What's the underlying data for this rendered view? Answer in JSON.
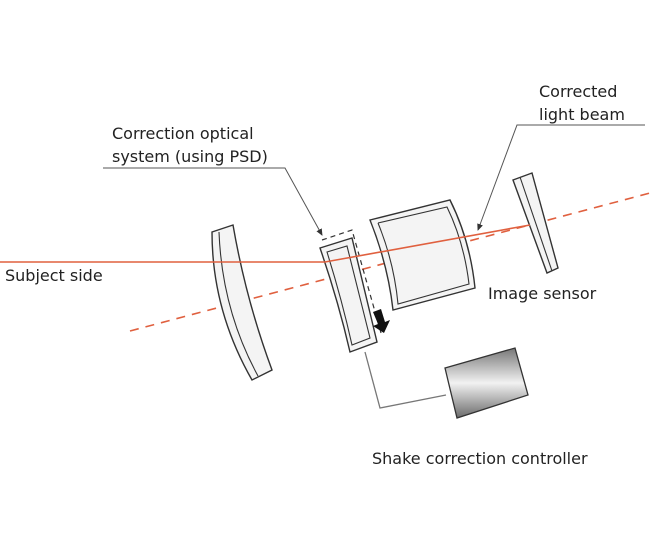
{
  "diagram": {
    "labels": {
      "correction_line1": "Correction optical",
      "correction_line2": "system (using PSD)",
      "corrected_line1": "Corrected",
      "corrected_line2": "light beam",
      "subject_side": "Subject side",
      "image_sensor": "Image sensor",
      "controller": "Shake correction controller"
    },
    "colors": {
      "beam": "#e0603f",
      "outline": "#333333"
    }
  }
}
